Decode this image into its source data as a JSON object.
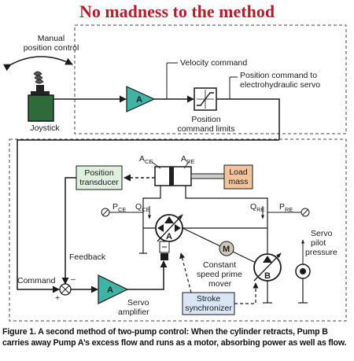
{
  "title": "No madness to the method",
  "labels": {
    "manual_position_control_1": "Manual",
    "manual_position_control_2": "position control",
    "joystick": "Joystick",
    "velocity_command": "Velocity command",
    "position_cmd_servo_1": "Position command to",
    "position_cmd_servo_2": "electrohydraulic servo",
    "position_cmd_limits_1": "Position",
    "position_cmd_limits_2": "command limits",
    "amp_A_top": "A",
    "amp_A_bottom": "A",
    "a_ce": "A",
    "a_ce_sub": "CE",
    "a_re": "A",
    "a_re_sub": "RE",
    "position_transducer_1": "Position",
    "position_transducer_2": "transducer",
    "load_mass_1": "Load",
    "load_mass_2": "mass",
    "p_ce": "P",
    "p_ce_sub": "CE",
    "q_ce": "Q",
    "q_ce_sub": "CE",
    "q_re": "Q",
    "q_re_sub": "RE",
    "p_re": "P",
    "p_re_sub": "RE",
    "pump_A": "A",
    "pump_B": "B",
    "motor_M": "M",
    "constant_speed_1": "Constant",
    "constant_speed_2": "speed prime",
    "constant_speed_3": "mover",
    "servo_pilot_1": "Servo",
    "servo_pilot_2": "pilot",
    "servo_pilot_3": "pressure",
    "feedback": "Feedback",
    "command": "Command",
    "minus": "–",
    "plus": "+",
    "servo_amplifier_1": "Servo",
    "servo_amplifier_2": "amplifier",
    "stroke_sync_1": "Stroke",
    "stroke_sync_2": "synchronizer"
  },
  "caption": "Figure 1. A second method of two-pump control: When the cylinder retracts, Pump B carries away Pump A’s excess flow and runs as a motor, absorbing power as well as flow.",
  "colors": {
    "title": "#b0202c",
    "accent_teal": "#3fb3a5",
    "joystick_green": "#2f6b3a",
    "transducer_green": "#dff0df",
    "load_orange": "#f3c49b",
    "stroke_blue": "#d9e6f5",
    "motor_gray": "#cfc8b8"
  }
}
